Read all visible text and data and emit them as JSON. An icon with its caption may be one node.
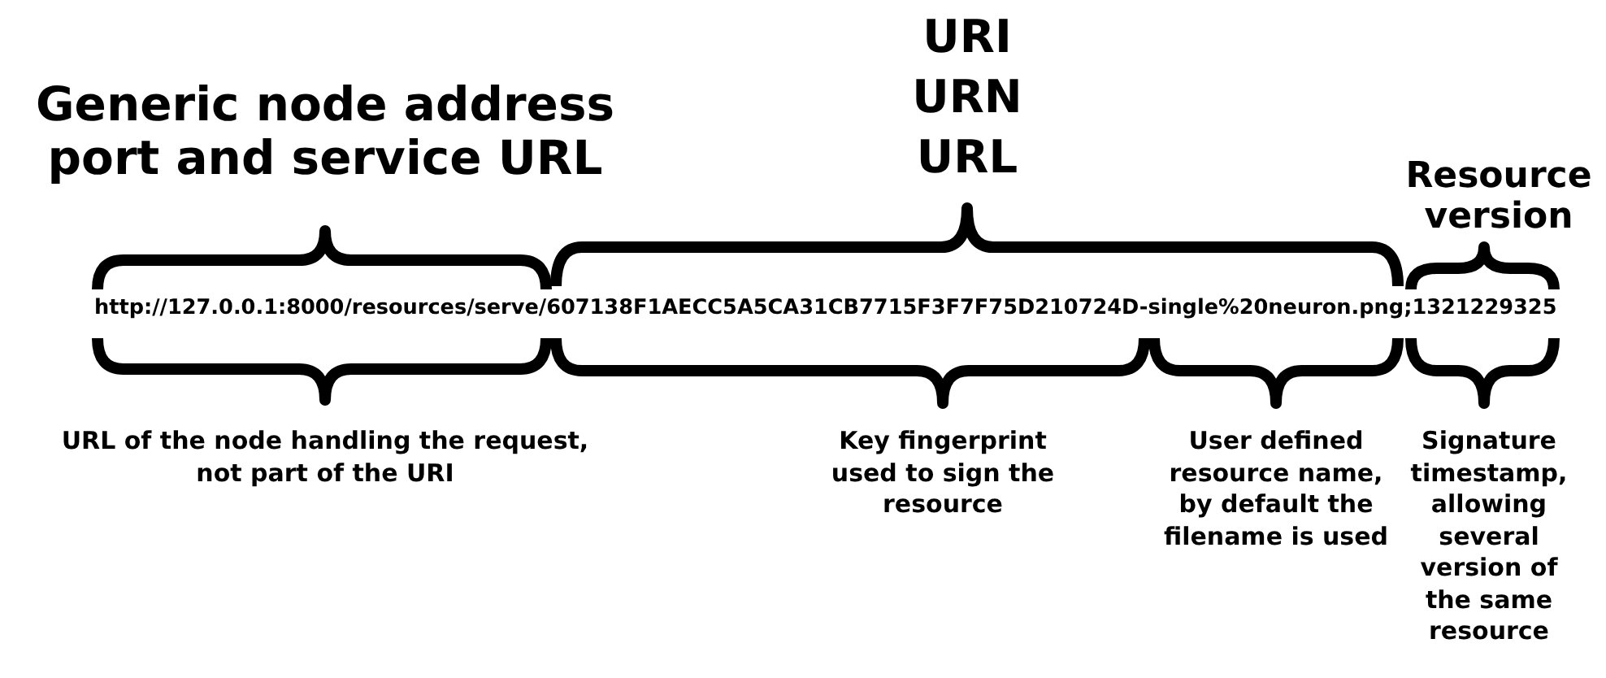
{
  "diagram": {
    "labels": [
      "URI",
      "URN",
      "URL",
      "Generic node address port and service URL",
      "Resource version",
      "http://127.0.0.1:8000/resources/serve/607138F1AECC5A5CA31CB7715F3F7F75D210724D-single%20neuron.png;1321229325",
      "URL of the node handling the request, not part of the URI",
      "Key fingerprint used to sign the resource",
      "User defined resource name, by default the filename is used",
      "Signature timestamp, allowing several version of the same resource"
    ]
  }
}
